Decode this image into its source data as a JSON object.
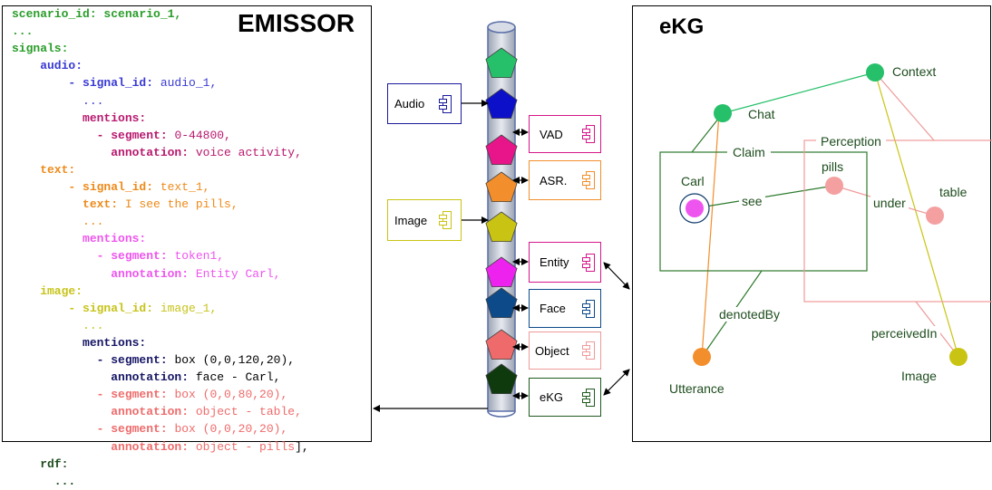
{
  "emissor": {
    "title": "EMISSOR",
    "lines": [
      {
        "parts": [
          {
            "t": "scenario_id: scenario_1,",
            "c": "#2a9d2a",
            "b": true
          }
        ]
      },
      {
        "parts": [
          {
            "t": "...",
            "c": "#2a9d2a",
            "b": true
          }
        ]
      },
      {
        "parts": [
          {
            "t": "signals:",
            "c": "#2a9d2a",
            "b": true
          }
        ]
      },
      {
        "parts": [
          {
            "t": "    audio:",
            "c": "#3a3ad6",
            "b": true
          }
        ]
      },
      {
        "parts": [
          {
            "t": "        - signal_id:",
            "c": "#3a3ad6",
            "b": true
          },
          {
            "t": " audio_1,",
            "c": "#3a3ad6",
            "b": false
          }
        ]
      },
      {
        "parts": [
          {
            "t": "          ...",
            "c": "#3a3ad6",
            "b": false
          }
        ]
      },
      {
        "parts": [
          {
            "t": "          mentions:",
            "c": "#b8186e",
            "b": true
          }
        ]
      },
      {
        "parts": [
          {
            "t": "            - segment:",
            "c": "#b8186e",
            "b": true
          },
          {
            "t": " 0-44800,",
            "c": "#b8186e",
            "b": false
          }
        ]
      },
      {
        "parts": [
          {
            "t": "              annotation:",
            "c": "#b8186e",
            "b": true
          },
          {
            "t": " voice activity,",
            "c": "#b8186e",
            "b": false
          }
        ]
      },
      {
        "parts": [
          {
            "t": "    text:",
            "c": "#ee8a1a",
            "b": true
          }
        ]
      },
      {
        "parts": [
          {
            "t": "        - signal_id:",
            "c": "#ee8a1a",
            "b": true
          },
          {
            "t": " text_1,",
            "c": "#ee8a1a",
            "b": false
          }
        ]
      },
      {
        "parts": [
          {
            "t": "          text:",
            "c": "#ee8a1a",
            "b": true
          },
          {
            "t": " I see the pills,",
            "c": "#ee8a1a",
            "b": false
          }
        ]
      },
      {
        "parts": [
          {
            "t": "          ...",
            "c": "#ee8a1a",
            "b": false
          }
        ]
      },
      {
        "parts": [
          {
            "t": "          mentions:",
            "c": "#ee55ee",
            "b": true
          }
        ]
      },
      {
        "parts": [
          {
            "t": "            - segment:",
            "c": "#ee55ee",
            "b": true
          },
          {
            "t": " token1,",
            "c": "#ee55ee",
            "b": false
          }
        ]
      },
      {
        "parts": [
          {
            "t": "              annotation:",
            "c": "#ee55ee",
            "b": true
          },
          {
            "t": " Entity Carl,",
            "c": "#ee55ee",
            "b": false
          }
        ]
      },
      {
        "parts": [
          {
            "t": "    image:",
            "c": "#c7c41a",
            "b": true
          }
        ]
      },
      {
        "parts": [
          {
            "t": "        - signal_id:",
            "c": "#c7c41a",
            "b": true
          },
          {
            "t": " image_1,",
            "c": "#c7c41a",
            "b": false
          }
        ]
      },
      {
        "parts": [
          {
            "t": "          ...",
            "c": "#c7c41a",
            "b": false
          }
        ]
      },
      {
        "parts": [
          {
            "t": "          mentions:",
            "c": "#151565",
            "b": true
          }
        ]
      },
      {
        "parts": [
          {
            "t": "            - segment:",
            "c": "#151565",
            "b": true
          },
          {
            "t": " box (0,0,120,20),",
            "c": "#000000",
            "b": false
          }
        ]
      },
      {
        "parts": [
          {
            "t": "              annotation:",
            "c": "#151565",
            "b": true
          },
          {
            "t": " face - Carl,",
            "c": "#000000",
            "b": false
          }
        ]
      },
      {
        "parts": [
          {
            "t": "            - segment:",
            "c": "#ef6b6b",
            "b": true
          },
          {
            "t": " box (0,0,80,20),",
            "c": "#ef6b6b",
            "b": false
          }
        ]
      },
      {
        "parts": [
          {
            "t": "              annotation:",
            "c": "#ef6b6b",
            "b": true
          },
          {
            "t": " object - table,",
            "c": "#ef6b6b",
            "b": false
          }
        ]
      },
      {
        "parts": [
          {
            "t": "            - segment:",
            "c": "#ef6b6b",
            "b": true
          },
          {
            "t": " box (0,0,20,20),",
            "c": "#ef6b6b",
            "b": false
          }
        ]
      },
      {
        "parts": [
          {
            "t": "              annotation:",
            "c": "#ef6b6b",
            "b": true
          },
          {
            "t": " object - pills",
            "c": "#ef6b6b",
            "b": false
          },
          {
            "t": "],",
            "c": "#000000",
            "b": false
          }
        ]
      },
      {
        "parts": [
          {
            "t": "    rdf:",
            "c": "#1e4d1e",
            "b": true
          }
        ]
      },
      {
        "parts": [
          {
            "t": "      ...",
            "c": "#1e4d1e",
            "b": true
          }
        ]
      }
    ]
  },
  "pipeline": {
    "pentagon_colors": [
      "#27c06a",
      "#0d10c9",
      "#e8148a",
      "#f28e2b",
      "#c9c413",
      "#ee22ee",
      "#0c4a8a",
      "#ef6b6b",
      "#0e3a0e"
    ],
    "inputs": [
      {
        "label": "Audio",
        "color": "#1a1a9c"
      },
      {
        "label": "Image",
        "color": "#c9c413"
      }
    ],
    "components": [
      {
        "label": "VAD",
        "color": "#d6168a"
      },
      {
        "label": "ASR.",
        "color": "#f28e2b"
      },
      {
        "label": "Entity",
        "color": "#d6168a"
      },
      {
        "label": "Face",
        "color": "#0c4a8a"
      },
      {
        "label": "Object",
        "color": "#ef9a9a"
      },
      {
        "label": "eKG",
        "color": "#1e5a1e"
      }
    ]
  },
  "ekg": {
    "title": "eKG",
    "nodes": [
      {
        "label": "Context",
        "color": "#27c06a"
      },
      {
        "label": "Chat",
        "color": "#27c06a"
      },
      {
        "label": "Carl",
        "color": "#ee55ee"
      },
      {
        "label": "pills",
        "color": "#f4a0a0"
      },
      {
        "label": "table",
        "color": "#f4a0a0"
      },
      {
        "label": "Utterance",
        "color": "#f28e2b"
      },
      {
        "label": "Image",
        "color": "#c9c413"
      }
    ],
    "boxes": [
      {
        "label": "Claim",
        "color": "#2e7a2e"
      },
      {
        "label": "Perception",
        "color": "#ef9a9a"
      }
    ],
    "edges": [
      {
        "label": "see"
      },
      {
        "label": "under"
      },
      {
        "label": "denotedBy"
      },
      {
        "label": "perceivedIn"
      }
    ]
  }
}
